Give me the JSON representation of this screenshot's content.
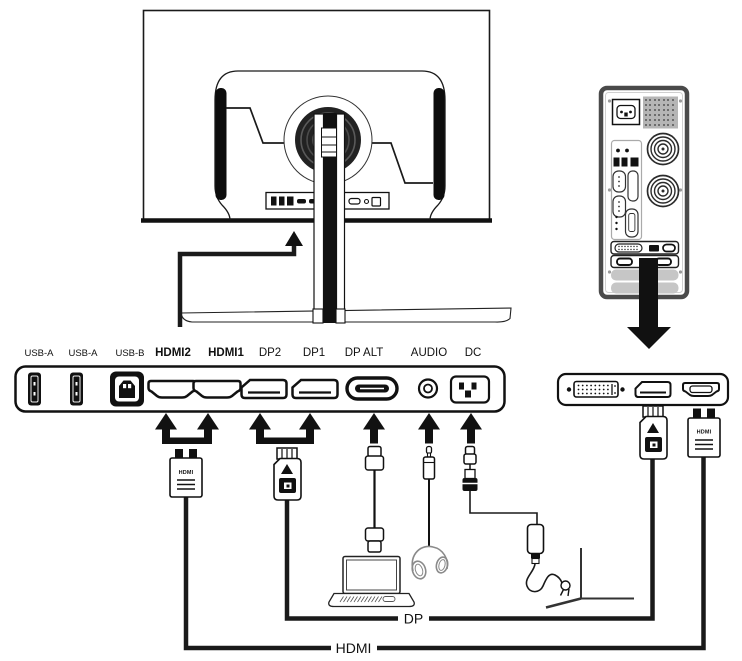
{
  "diagram": {
    "ports": {
      "labels": [
        "USB-A",
        "USB-A",
        "USB-B",
        "HDMI2",
        "HDMI1",
        "DP2",
        "DP1",
        "DP ALT",
        "AUDIO",
        "DC"
      ]
    },
    "routes": {
      "dp_label": "DP",
      "hdmi_label": "HDMI"
    },
    "plugs": {
      "hdmi_plug_left_label": "HDMI",
      "hdmi_plug_right_label": "HDMI"
    },
    "colors": {
      "line": "#1a1a1a",
      "tower_border": "#4a4a4a",
      "grille_fill": "#b5b5b5",
      "slot_fill": "#c6c6c6",
      "headphones_line": "#8a8a8a"
    }
  }
}
